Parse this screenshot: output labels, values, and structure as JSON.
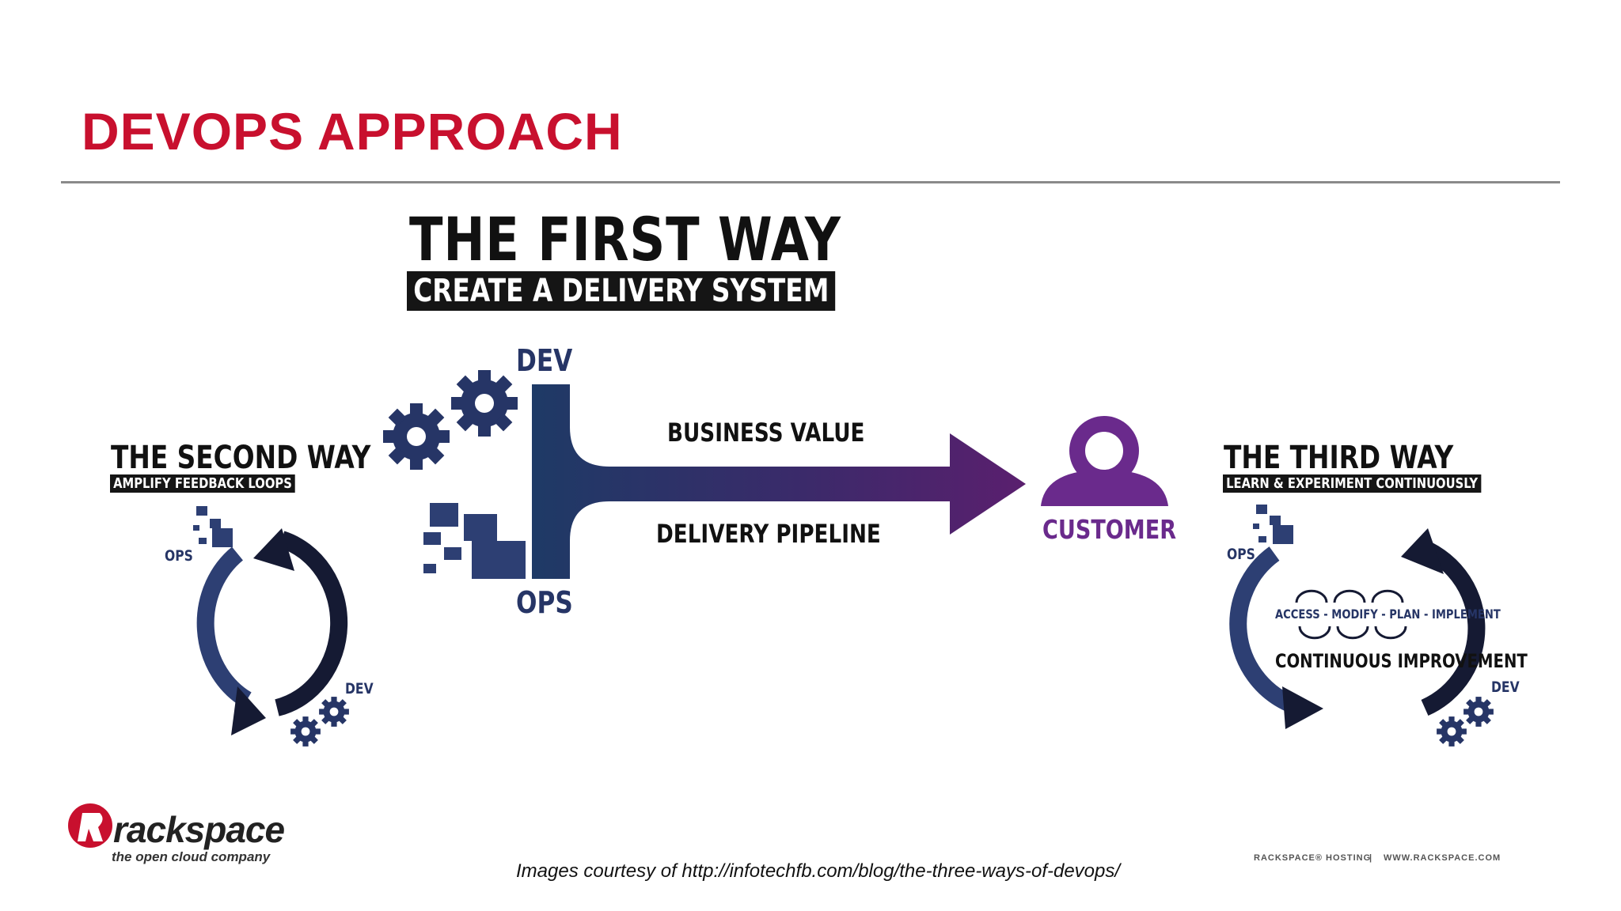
{
  "slide": {
    "title": "DEVOPS APPROACH",
    "credit": "Images courtesy of http://infotechfb.com/blog/the-three-ways-of-devops/",
    "footer_left": "RACKSPACE® HOSTING",
    "footer_sep": "|",
    "footer_right": "WWW.RACKSPACE.COM"
  },
  "logo": {
    "wordmark": "rackspace",
    "tagline": "the open cloud company"
  },
  "first_way": {
    "title": "THE FIRST WAY",
    "subtitle": "CREATE A DELIVERY SYSTEM",
    "dev": "DEV",
    "ops": "OPS",
    "business_value": "BUSINESS VALUE",
    "delivery_pipeline": "DELIVERY PIPELINE",
    "customer": "CUSTOMER"
  },
  "second_way": {
    "title": "THE SECOND WAY",
    "subtitle": "AMPLIFY FEEDBACK LOOPS",
    "ops": "OPS",
    "dev": "DEV"
  },
  "third_way": {
    "title": "THE THIRD WAY",
    "subtitle": "LEARN & EXPERIMENT CONTINUOUSLY",
    "ops": "OPS",
    "dev": "DEV",
    "steps": "ACCESS - MODIFY - PLAN - IMPLEMENT",
    "improvement": "CONTINUOUS IMPROVEMENT"
  },
  "colors": {
    "title_red": "#c8102e",
    "navy": "#263566",
    "purple": "#6a2a8c",
    "dark": "#151a33"
  },
  "icons": [
    "gear-icon",
    "block-icon",
    "customer-icon",
    "cycle-arrow-icon",
    "rackspace-logo-icon"
  ]
}
